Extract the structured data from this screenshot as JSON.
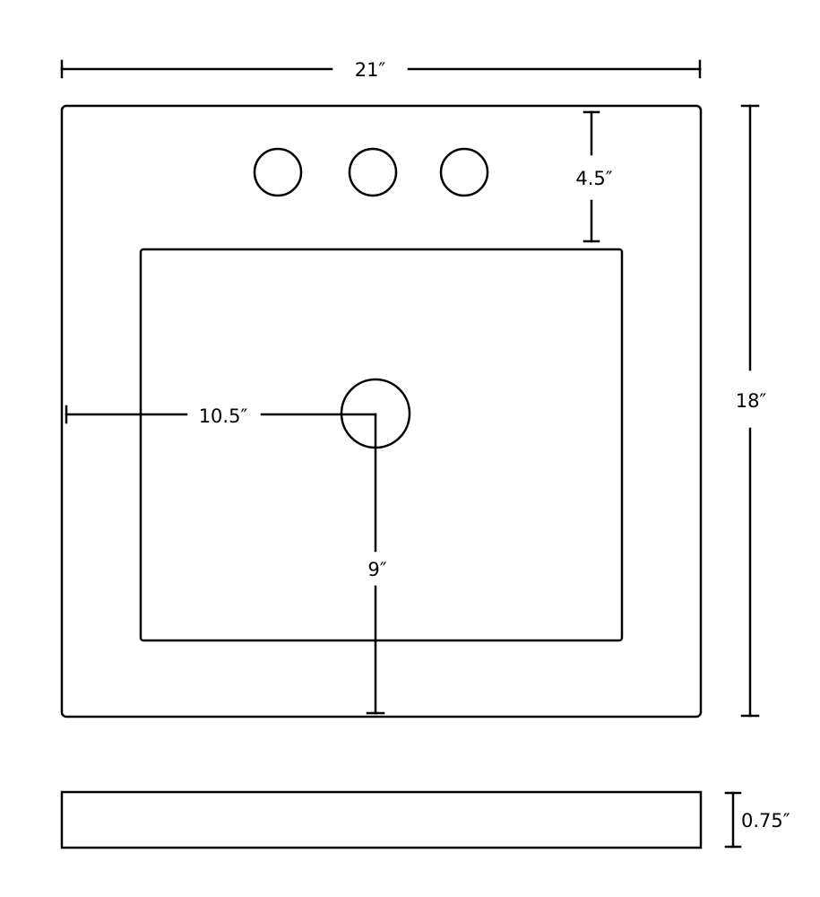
{
  "diagram": {
    "stroke_color": "#000000",
    "background": "#ffffff",
    "dimensions": {
      "width": "21″",
      "depth": "18″",
      "faucet_setback": "4.5″",
      "drain_from_side": "10.5″",
      "drain_from_front": "9″",
      "thickness": "0.75″"
    }
  }
}
